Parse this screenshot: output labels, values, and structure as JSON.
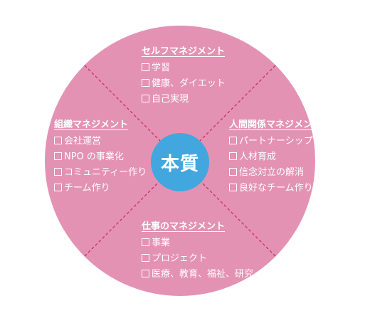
{
  "colors": {
    "circle_fill": "#e492b4",
    "divider": "#c8325f",
    "center_fill": "#41a7de",
    "text": "#ffffff"
  },
  "center": {
    "label": "本質"
  },
  "quadrants": {
    "top": {
      "heading": "セルフマネジメント",
      "items": [
        "学習",
        "健康、ダイエット",
        "自己実現"
      ]
    },
    "left": {
      "heading": "組織マネジメント",
      "items": [
        "会社運営",
        "NPO の事業化",
        "コミュニティー作り",
        "チーム作り"
      ]
    },
    "right": {
      "heading": "人間関係マネジメント",
      "items": [
        "パートナーシップ",
        "人材育成",
        "信念対立の解消",
        "良好なチーム作り"
      ]
    },
    "bottom": {
      "heading": "仕事のマネジメント",
      "items": [
        "事業",
        "プロジェクト",
        "医療、教育、福祉、研究"
      ]
    }
  }
}
